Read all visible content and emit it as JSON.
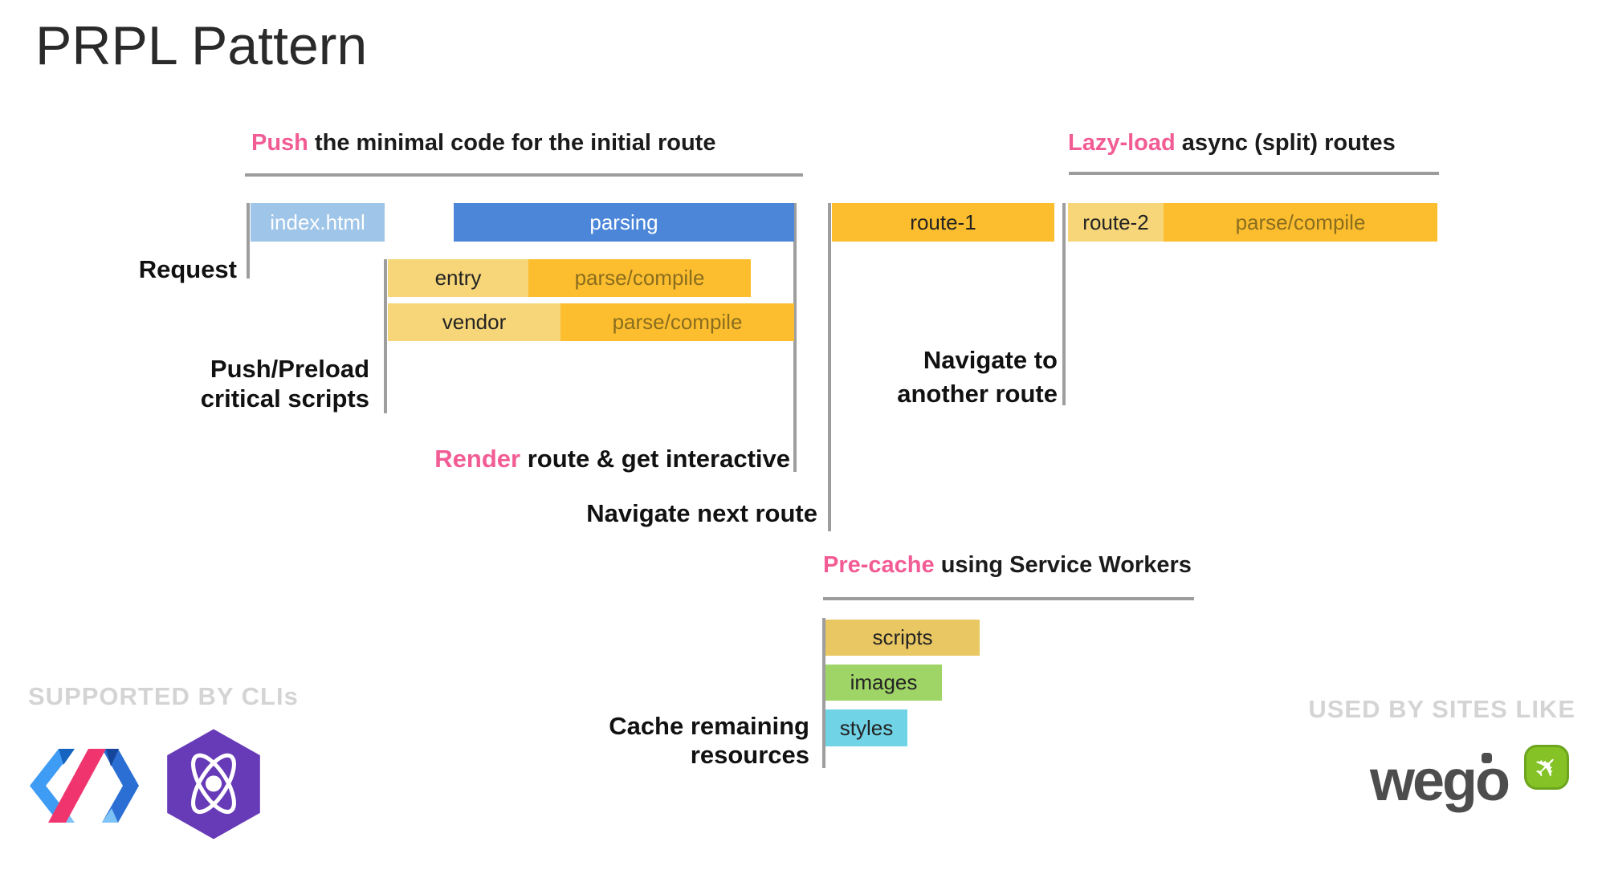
{
  "title": "PRPL Pattern",
  "headings": {
    "push": {
      "highlight": "Push",
      "rest": " the minimal code for the initial route"
    },
    "lazy": {
      "highlight": "Lazy-load",
      "rest": " async (split) routes"
    },
    "precache": {
      "highlight": "Pre-cache",
      "rest": " using Service Workers"
    },
    "render": {
      "highlight": "Render",
      "rest": " route & get interactive"
    }
  },
  "labels": {
    "request": "Request",
    "push_preload_line1": "Push/Preload",
    "push_preload_line2": "critical scripts",
    "navigate_to_line1": "Navigate to",
    "navigate_to_line2": "another route",
    "navigate_next": "Navigate next route",
    "cache_line1": "Cache remaining",
    "cache_line2": "resources"
  },
  "bars": {
    "index_html": "index.html",
    "parsing": "parsing",
    "entry": "entry",
    "entry_parse": "parse/compile",
    "vendor": "vendor",
    "vendor_parse": "parse/compile",
    "route1": "route-1",
    "route2": "route-2",
    "route2_parse": "parse/compile",
    "scripts": "scripts",
    "images": "images",
    "styles": "styles"
  },
  "footer": {
    "supported": "SUPPORTED BY CLIs",
    "used": "USED BY SITES LIKE",
    "wego": "wego"
  },
  "colors": {
    "pink": "#f25c94",
    "blue": "#4c86d9",
    "light_blue": "#9fc5e8",
    "yellow": "#fcbe2e",
    "light_yellow": "#f6d679",
    "scripts_tan": "#e9c763",
    "images_green": "#9fd467",
    "styles_cyan": "#70d3e6",
    "timeline_gray": "#9e9e9e",
    "watermark_gray": "#d4d4d4",
    "wego_green": "#84c225"
  }
}
